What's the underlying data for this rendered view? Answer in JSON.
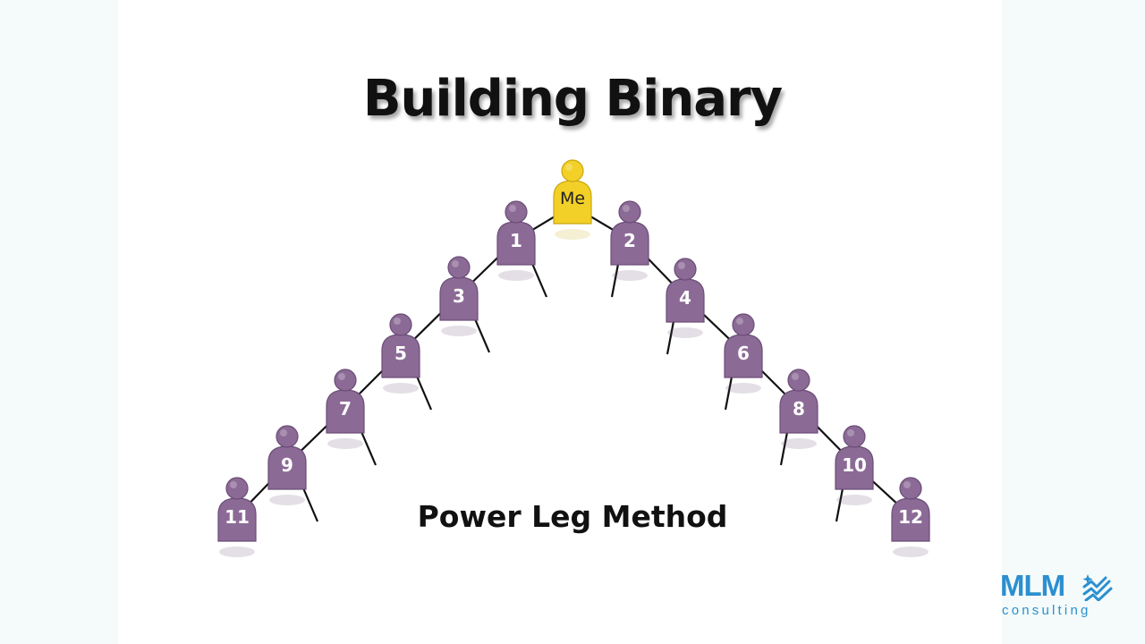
{
  "title": "Building Binary",
  "subtitle": "Power Leg Method",
  "tree": {
    "root_label": "Me",
    "left_leg": [
      "1",
      "3",
      "5",
      "7",
      "9",
      "11"
    ],
    "right_leg": [
      "2",
      "4",
      "6",
      "8",
      "10",
      "12"
    ]
  },
  "colors": {
    "member": "#8c6a96",
    "member_dark": "#6b4d77",
    "root": "#f2d027",
    "root_dark": "#c9a80f",
    "line": "#111111",
    "brand": "#2b8fd0"
  },
  "logo": {
    "name": "MLM",
    "sub": "consulting",
    "mark_icon": "sparkle-wave-icon"
  }
}
